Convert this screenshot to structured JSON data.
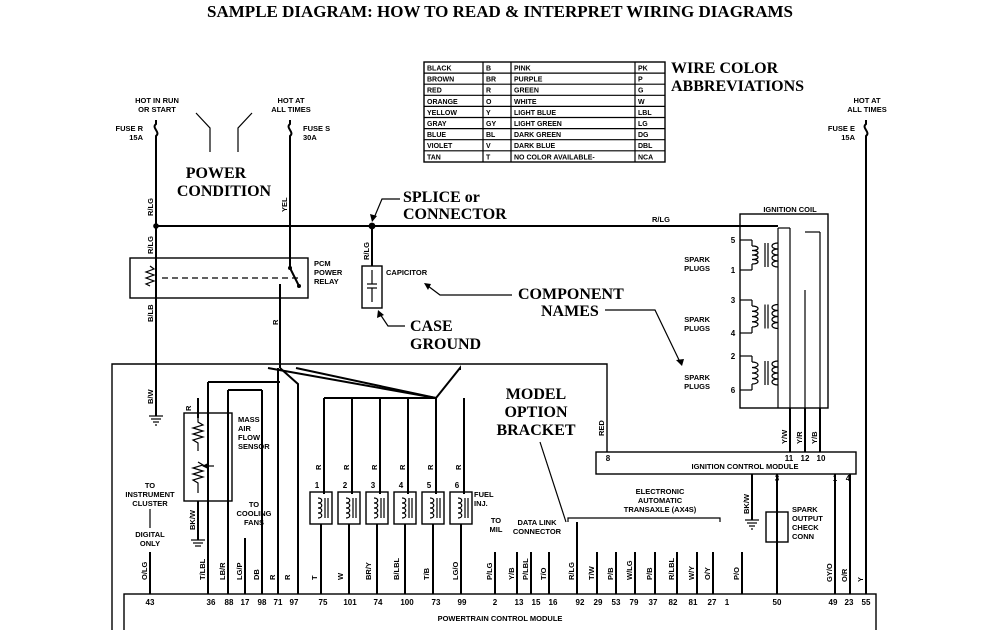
{
  "title": "SAMPLE DIAGRAM: HOW TO READ & INTERPRET WIRING DIAGRAMS",
  "callouts": {
    "power_condition": [
      "POWER",
      "CONDITION"
    ],
    "splice": [
      "SPLICE or",
      "CONNECTOR"
    ],
    "component_names": [
      "COMPONENT",
      "NAMES"
    ],
    "case_ground": [
      "CASE",
      "GROUND"
    ],
    "model_option": [
      "MODEL",
      "OPTION",
      "BRACKET"
    ],
    "wire_color_title": [
      "WIRE COLOR",
      "ABBREVIATIONS"
    ]
  },
  "color_table": [
    [
      "BLACK",
      "B",
      "PINK",
      "PK"
    ],
    [
      "BROWN",
      "BR",
      "PURPLE",
      "P"
    ],
    [
      "RED",
      "R",
      "GREEN",
      "G"
    ],
    [
      "ORANGE",
      "O",
      "WHITE",
      "W"
    ],
    [
      "YELLOW",
      "Y",
      "LIGHT BLUE",
      "LBL"
    ],
    [
      "GRAY",
      "GY",
      "LIGHT GREEN",
      "LG"
    ],
    [
      "BLUE",
      "BL",
      "DARK GREEN",
      "DG"
    ],
    [
      "VIOLET",
      "V",
      "DARK BLUE",
      "DBL"
    ],
    [
      "TAN",
      "T",
      "NO COLOR AVAILABLE-",
      "NCA"
    ]
  ],
  "power": {
    "hot_run_start": [
      "HOT IN RUN",
      "OR START"
    ],
    "hot_all_left": [
      "HOT AT",
      "ALL TIMES"
    ],
    "hot_all_right": [
      "HOT AT",
      "ALL TIMES"
    ],
    "fuse_r": [
      "FUSE R",
      "15A"
    ],
    "fuse_s": [
      "FUSE S",
      "30A"
    ],
    "fuse_e": [
      "FUSE E",
      "15A"
    ]
  },
  "components": {
    "pcm_relay": [
      "PCM",
      "POWER",
      "RELAY"
    ],
    "capacitor": "CAPICITOR",
    "ignition_coil": "IGNITION COIL",
    "spark_plugs": [
      "SPARK",
      "PLUGS"
    ],
    "maf": [
      "MASS",
      "AIR",
      "FLOW",
      "SENSOR"
    ],
    "instrument_cluster": [
      "TO",
      "INSTRUMENT",
      "CLUSTER"
    ],
    "digital_only": [
      "DIGITAL",
      "ONLY"
    ],
    "cooling_fans": [
      "TO",
      "COOLING",
      "FANS"
    ],
    "fuel_inj": [
      "FUEL",
      "INJ."
    ],
    "to_mil": [
      "TO",
      "MIL"
    ],
    "data_link": [
      "DATA LINK",
      "CONNECTOR"
    ],
    "transaxle": [
      "ELECTRONIC",
      "AUTOMATIC",
      "TRANSAXLE (AX4S)"
    ],
    "icm": "IGNITION CONTROL MODULE",
    "spark_output": [
      "SPARK",
      "OUTPUT",
      "CHECK",
      "CONN"
    ],
    "pcm": "POWERTRAIN CONTROL MODULE"
  },
  "coil_numbers": [
    "5",
    "1",
    "3",
    "4",
    "2",
    "6"
  ],
  "injector_numbers": [
    "1",
    "2",
    "3",
    "4",
    "5",
    "6"
  ],
  "icm_pins": [
    "8",
    "11",
    "12",
    "10",
    "3",
    "1",
    "4"
  ],
  "wires": {
    "r_lg": "R/LG",
    "yel": "YEL",
    "b_lb": "B/LB",
    "b_w": "B/W",
    "r": "R",
    "red": "RED",
    "y_w": "Y/W",
    "y_r": "Y/R",
    "y_b": "Y/B",
    "bk_w": "BK/W",
    "gy_o": "GY/O",
    "o_r": "O/R",
    "y": "Y"
  },
  "pcm_wires": [
    "O/LG",
    "T/LBL",
    "LB/R",
    "LG/P",
    "DB",
    "R",
    "R",
    "T",
    "W",
    "BR/Y",
    "B/LBL",
    "T/B",
    "LG/O",
    "P/LG",
    "Y/B",
    "P/LBL",
    "T/O",
    "R/LG",
    "T/W",
    "P/B",
    "W/LG",
    "P/B",
    "R/LBL",
    "W/Y",
    "O/Y",
    "P/O"
  ],
  "pcm_pins": [
    "43",
    "36",
    "88",
    "17",
    "98",
    "71",
    "97",
    "75",
    "101",
    "74",
    "100",
    "73",
    "99",
    "2",
    "13",
    "15",
    "16",
    "92",
    "29",
    "53",
    "79",
    "37",
    "82",
    "81",
    "27",
    "1",
    "50",
    "49",
    "23",
    "55"
  ]
}
